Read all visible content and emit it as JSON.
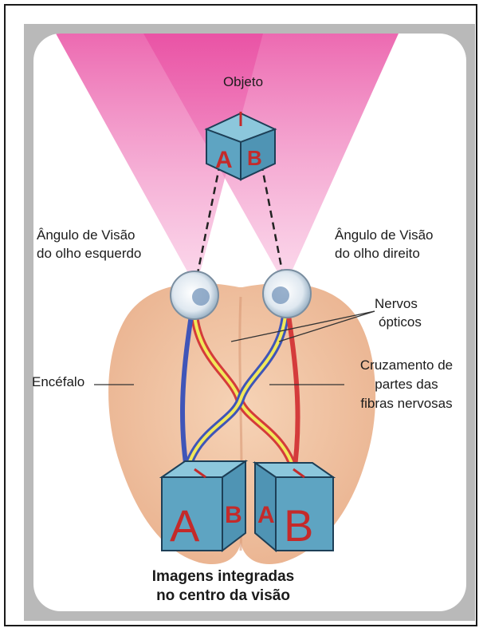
{
  "labels": {
    "object": "Objeto",
    "left_angle_1": "Ângulo de Visão",
    "left_angle_2": "do olho esquerdo",
    "right_angle_1": "Ângulo de Visão",
    "right_angle_2": "do olho direito",
    "nerves_1": "Nervos",
    "nerves_2": "ópticos",
    "brain": "Encéfalo",
    "crossing_1": "Cruzamento de",
    "crossing_2": "partes das",
    "crossing_3": "fibras nervosas"
  },
  "caption": {
    "line1": "Imagens integradas",
    "line2": "no centro da visão"
  },
  "cube_letters": {
    "top_a": "A",
    "top_b": "B",
    "left_a": "A",
    "left_b": "B",
    "right_a": "A",
    "right_b": "B"
  },
  "colors": {
    "cube_face": "#6aaec9",
    "letter": "#c42a2a",
    "brain": "#f2c7a6",
    "cone": "#ec6fb4"
  }
}
